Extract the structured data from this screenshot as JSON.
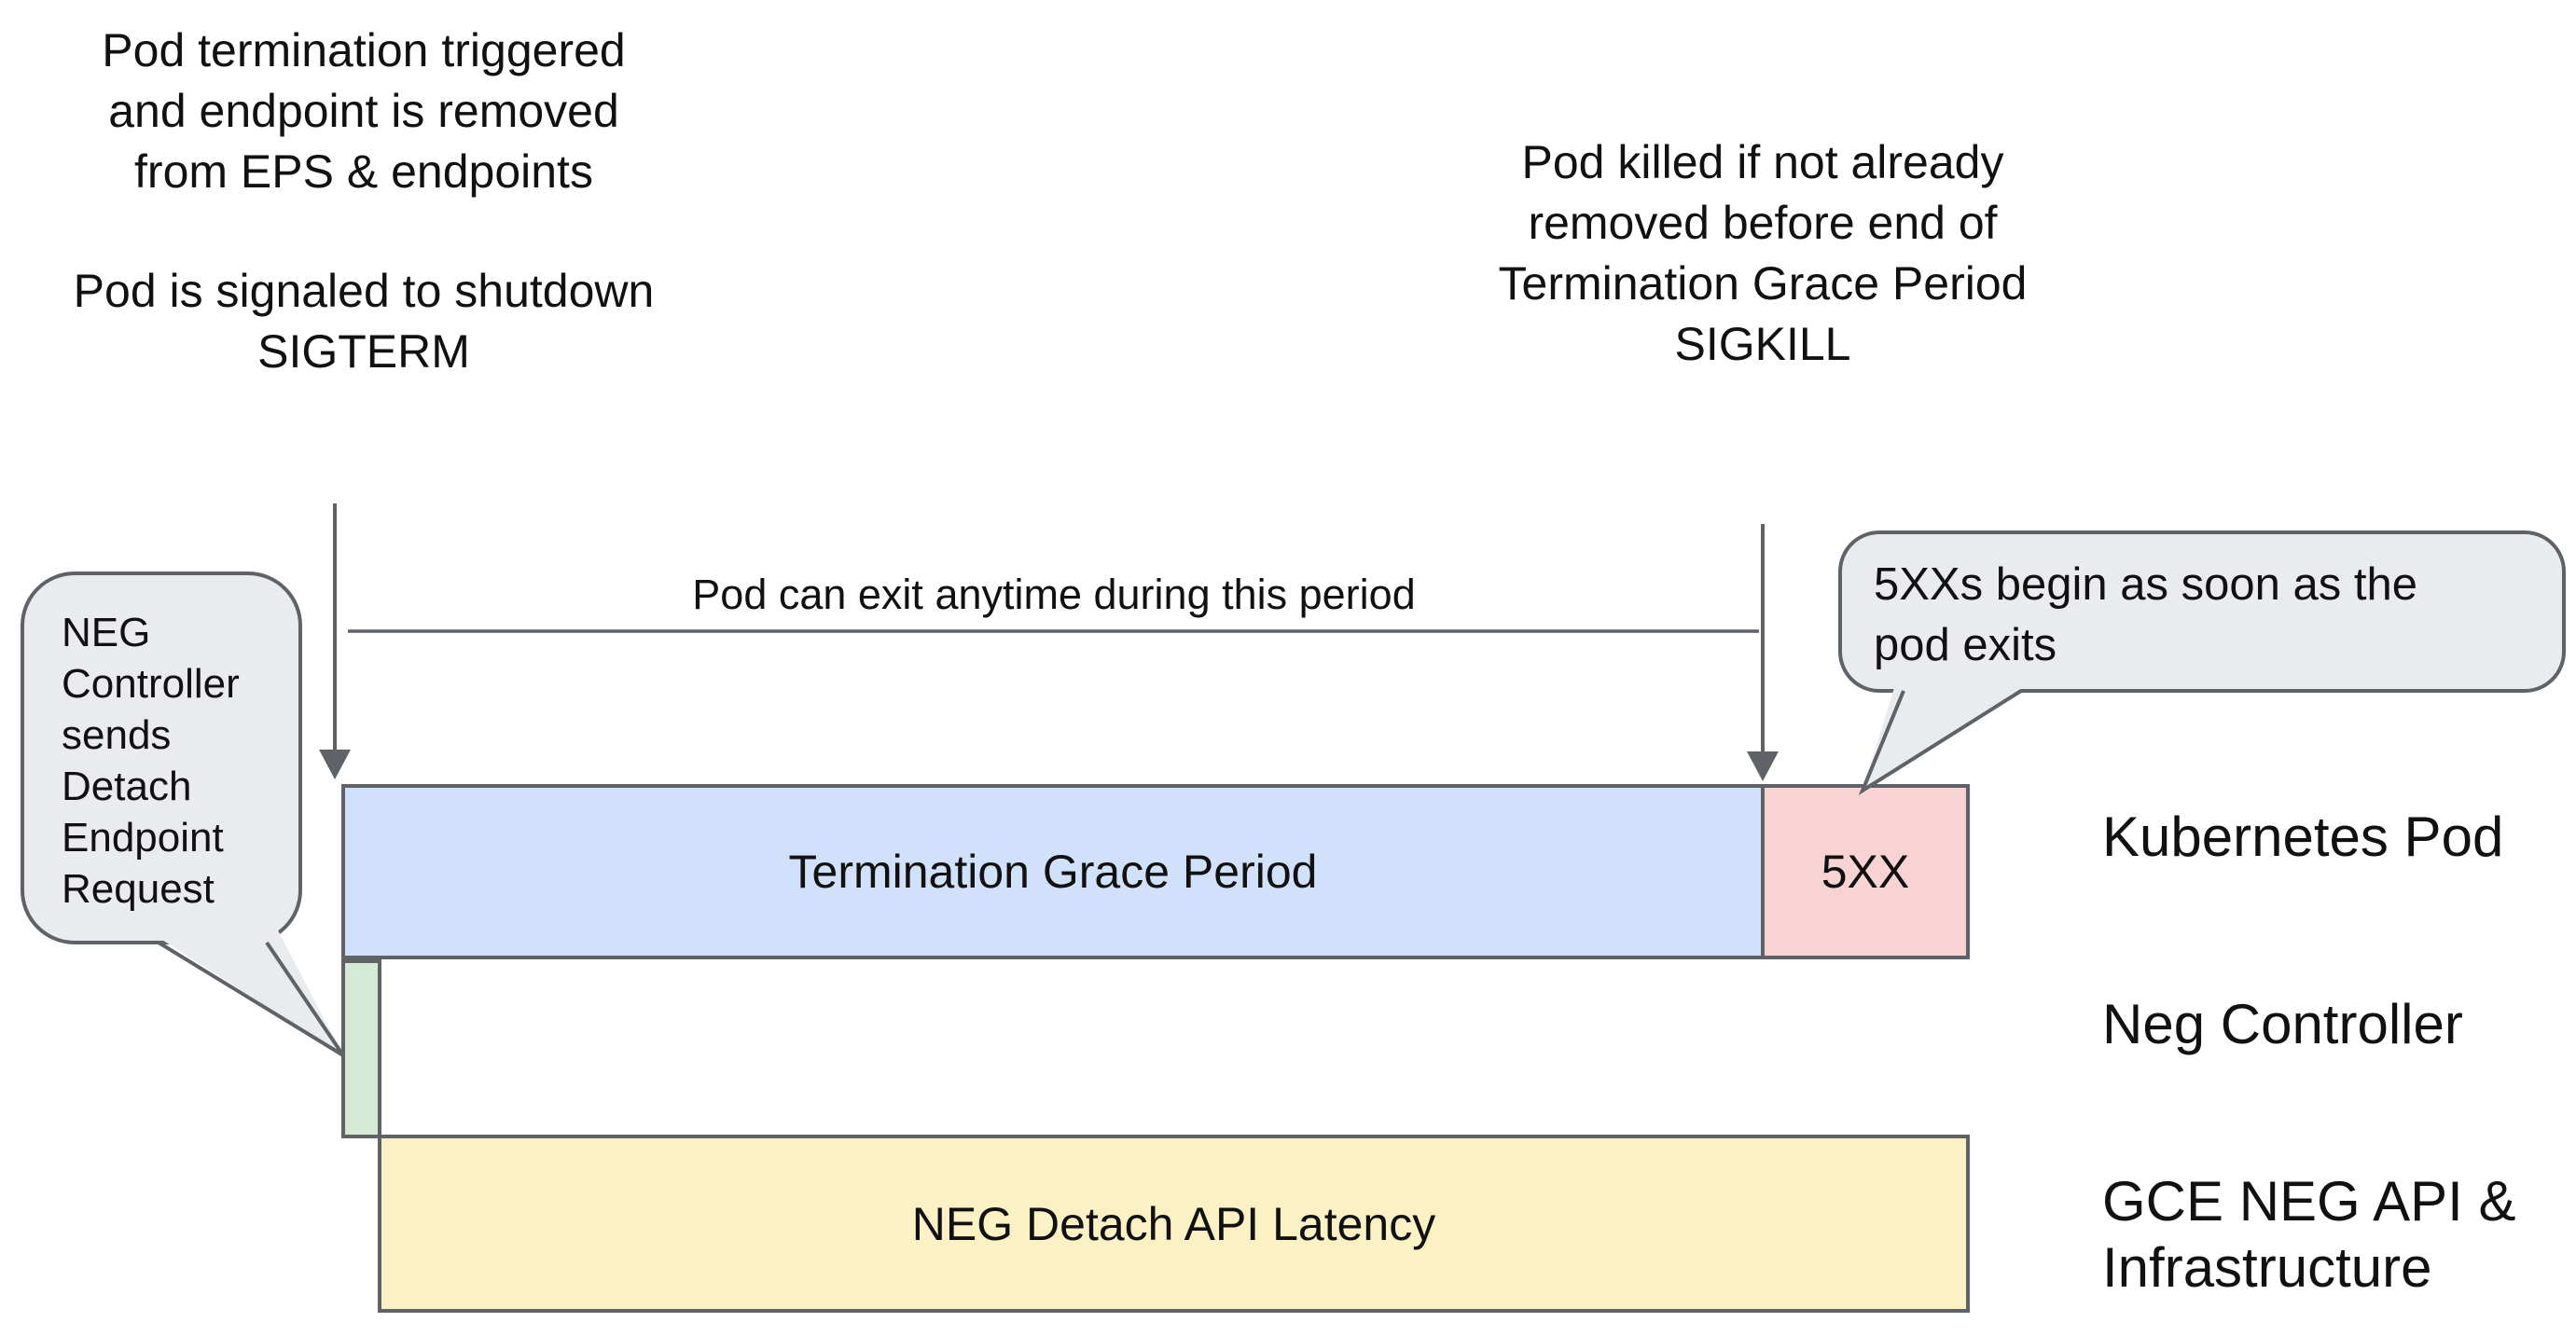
{
  "notes": {
    "termination_trigger": "Pod termination triggered\nand endpoint is removed\nfrom EPS & endpoints",
    "sigterm_signal": "Pod is signaled to shutdown\nSIGTERM",
    "sigkill": "Pod killed if not already\nremoved before end of\nTermination Grace Period\nSIGKILL",
    "exit_period": "Pod can exit anytime during this period"
  },
  "bubbles": {
    "neg_controller": "NEG\nController\nsends\nDetach\nEndpoint\nRequest",
    "fivexx": "5XXs begin as soon as the\npod exits"
  },
  "bars": {
    "grace": {
      "label": "Termination Grace Period"
    },
    "error": {
      "label": "5XX"
    },
    "detach": {
      "label": ""
    },
    "latency": {
      "label": "NEG Detach API Latency"
    }
  },
  "lanes": [
    {
      "label": "Kubernetes Pod"
    },
    {
      "label": "Neg Controller"
    },
    {
      "label": "GCE NEG API &\nInfrastructure"
    }
  ],
  "colors": {
    "stroke": "#5f6368",
    "text": "#111111",
    "bar-blue": "#d2e1fb",
    "bar-red": "#f8d3d4",
    "bar-green": "#d5ead6",
    "bar-yellow": "#fcf0c5",
    "bubble-fill": "#e9ebef"
  }
}
